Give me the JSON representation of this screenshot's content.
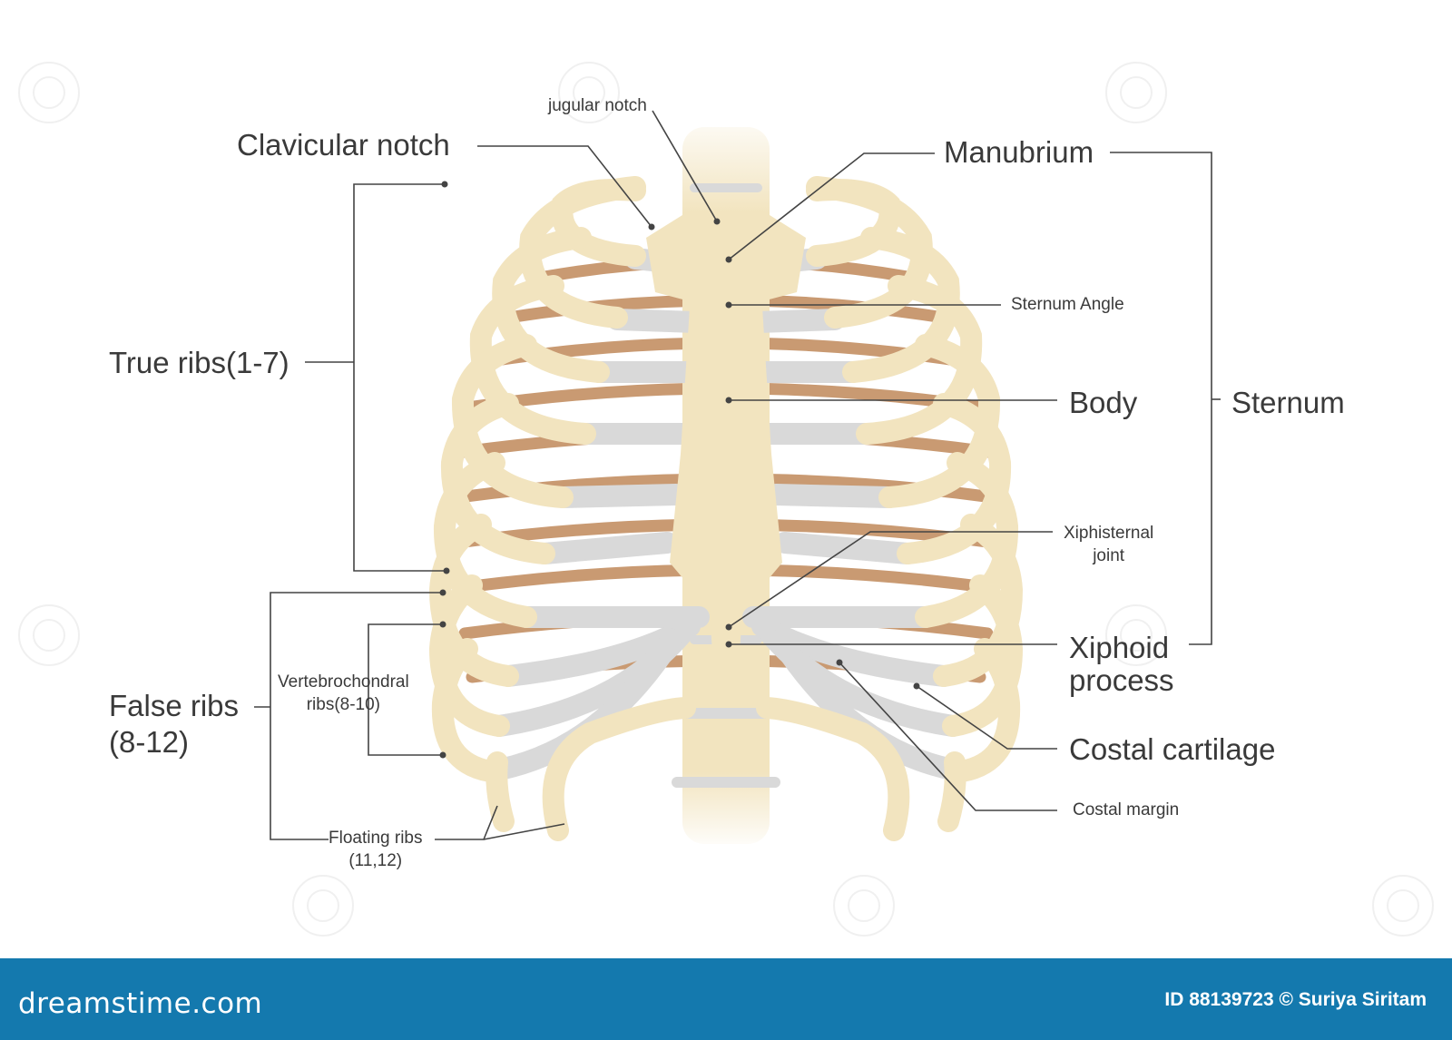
{
  "labels": {
    "jugular_notch": "jugular notch",
    "clavicular_notch": "Clavicular notch",
    "manubrium": "Manubrium",
    "sternum_angle": "Sternum Angle",
    "true_ribs": "True ribs(1-7)",
    "body": "Body",
    "sternum": "Sternum",
    "xiphisternal_line1": "Xiphisternal",
    "xiphisternal_line2": "joint",
    "xiphoid_line1": "Xiphoid",
    "xiphoid_line2": "process",
    "false_ribs_line1": "False ribs",
    "false_ribs_line2": "(8-12)",
    "vertebrochondral_line1": "Vertebrochondral",
    "vertebrochondral_line2": "ribs(8-10)",
    "costal_cartilage": "Costal cartilage",
    "costal_margin": "Costal margin",
    "floating_line1": "Floating ribs",
    "floating_line2": "(11,12)"
  },
  "footer": {
    "brand": "dreamstime.com",
    "image_id": "ID 88139723 © Suriya Siritam"
  },
  "colors": {
    "bone": "#f2e4bf",
    "bone_outline": "#d8c696",
    "posterior_rib": "#c99a72",
    "cartilage": "#d9d9d9",
    "leader": "#444444",
    "footer": "#1479ae"
  }
}
